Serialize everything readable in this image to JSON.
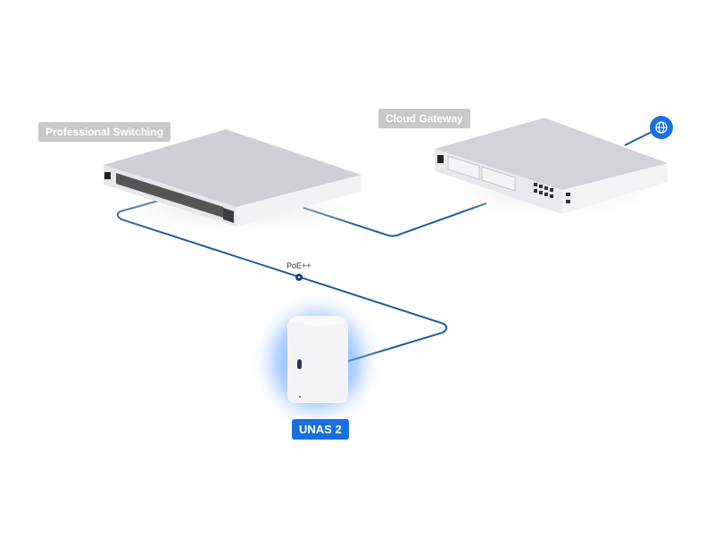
{
  "labels": {
    "switch": "Professional Switching",
    "gateway": "Cloud Gateway",
    "nas": "UNAS 2",
    "link": "PoE++"
  },
  "colors": {
    "cable": "#1d5e9a",
    "accent": "#1a6fe0",
    "label_bg": "#c9c9cb"
  },
  "icons": {
    "internet": "globe-icon"
  }
}
